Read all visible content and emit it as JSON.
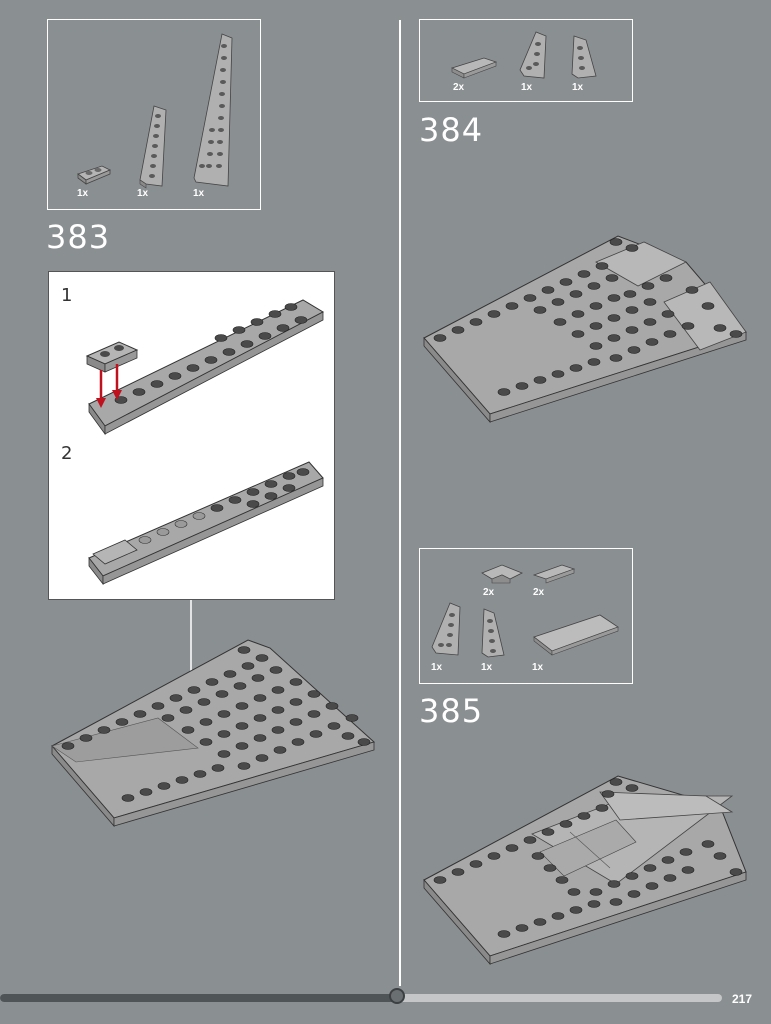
{
  "steps": [
    {
      "number": "383",
      "parts": [
        {
          "qty": "1x",
          "icon": "plate-1x2"
        },
        {
          "qty": "1x",
          "icon": "wedge-plate-small"
        },
        {
          "qty": "1x",
          "icon": "wedge-plate-large"
        }
      ],
      "substeps": [
        "1",
        "2"
      ]
    },
    {
      "number": "384",
      "parts": [
        {
          "qty": "2x",
          "icon": "tile-1x4"
        },
        {
          "qty": "1x",
          "icon": "wedge-plate-left"
        },
        {
          "qty": "1x",
          "icon": "wedge-plate-right"
        }
      ]
    },
    {
      "number": "385",
      "parts": [
        {
          "qty": "2x",
          "icon": "tile-corner"
        },
        {
          "qty": "2x",
          "icon": "tile-1x3"
        },
        {
          "qty": "1x",
          "icon": "wedge-plate-left"
        },
        {
          "qty": "1x",
          "icon": "wedge-plate-right"
        },
        {
          "qty": "1x",
          "icon": "tile-2x6"
        }
      ]
    }
  ],
  "footer": {
    "page_number": "217",
    "progress": 0.55
  },
  "colors": {
    "background": "#8a8f91",
    "brick": "#a3a3a3",
    "stud_dark": "#4a4a4a",
    "arrow_red": "#c0121e",
    "outline": "#ffffff"
  }
}
